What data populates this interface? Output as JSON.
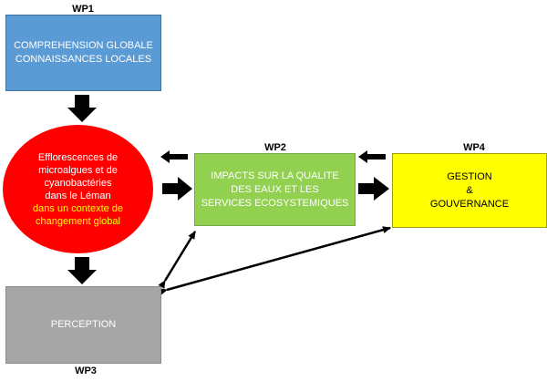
{
  "wp_labels": {
    "wp1": "WP1",
    "wp2": "WP2",
    "wp3": "WP3",
    "wp4": "WP4"
  },
  "boxes": {
    "wp1": [
      "COMPREHENSION GLOBALE",
      "CONNAISSANCES LOCALES"
    ],
    "wp2": [
      "IMPACTS SUR LA QUALITE",
      "DES EAUX ET LES",
      "SERVICES ECOSYSTEMIQUES"
    ],
    "wp4": [
      "GESTION",
      "&",
      "GOUVERNANCE"
    ],
    "wp3": [
      "PERCEPTION"
    ]
  },
  "core": {
    "lines_white": [
      "Efflorescences de",
      "microalgues et de",
      "cyanobactéries",
      "dans le Léman"
    ],
    "lines_yellow": [
      "dans un contexte de",
      "changement global"
    ]
  },
  "colors": {
    "wp1_fill": "#5b9bd5",
    "wp2_fill": "#92d050",
    "wp4_fill": "#ffff00",
    "wp3_fill": "#a6a6a6",
    "core_fill": "#ff0000",
    "core_highlight_text": "#ffff00",
    "arrow": "#000000"
  }
}
